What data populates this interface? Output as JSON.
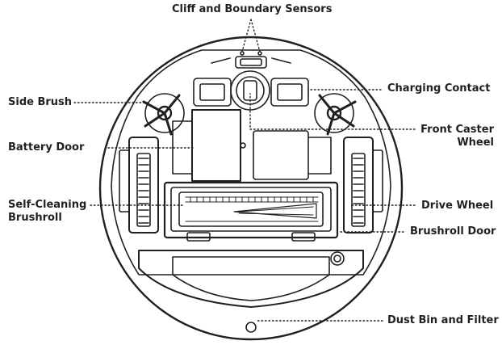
{
  "diagram": {
    "labels": {
      "cliff_sensors": "Cliff and Boundary Sensors",
      "side_brush": "Side Brush",
      "battery_door": "Battery Door",
      "self_cleaning_line1": "Self-Cleaning",
      "self_cleaning_line2": "Brushroll",
      "charging_contact": "Charging Contact",
      "front_caster_line1": "Front Caster",
      "front_caster_line2": "Wheel",
      "drive_wheel": "Drive Wheel",
      "brushroll_door": "Brushroll Door",
      "dust_bin": "Dust Bin and Filter"
    },
    "colors": {
      "line": "#231f20",
      "background": "#ffffff"
    }
  }
}
